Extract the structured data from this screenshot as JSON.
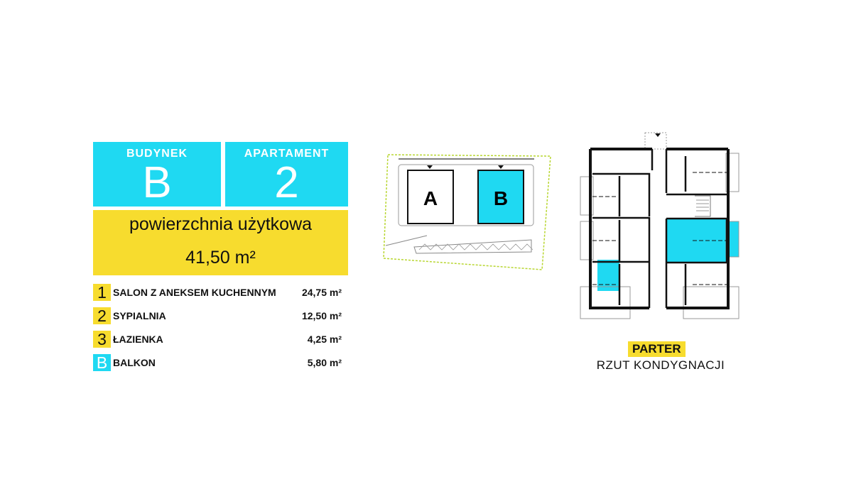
{
  "building": {
    "label": "BUDYNEK",
    "value": "B"
  },
  "apartment": {
    "label": "APARTAMENT",
    "value": "2"
  },
  "usable_area": {
    "label": "powierzchnia użytkowa",
    "value": "41,50 m²"
  },
  "rooms": [
    {
      "badge": "1",
      "name": "SALON Z ANEKSEM KUCHENNYM",
      "area": "24,75 m²"
    },
    {
      "badge": "2",
      "name": "SYPIALNIA",
      "area": "12,50 m²"
    },
    {
      "badge": "3",
      "name": "ŁAZIENKA",
      "area": "4,25 m²"
    },
    {
      "badge": "B",
      "name": "BALKON",
      "area": "5,80 m²"
    }
  ],
  "site_plan": {
    "building_a": "A",
    "building_b": "B"
  },
  "floor": {
    "name": "PARTER",
    "subtitle": "RZUT KONDYGNACJI"
  },
  "colors": {
    "cyan": "#1fd9f2",
    "yellow": "#f7dc2e"
  }
}
